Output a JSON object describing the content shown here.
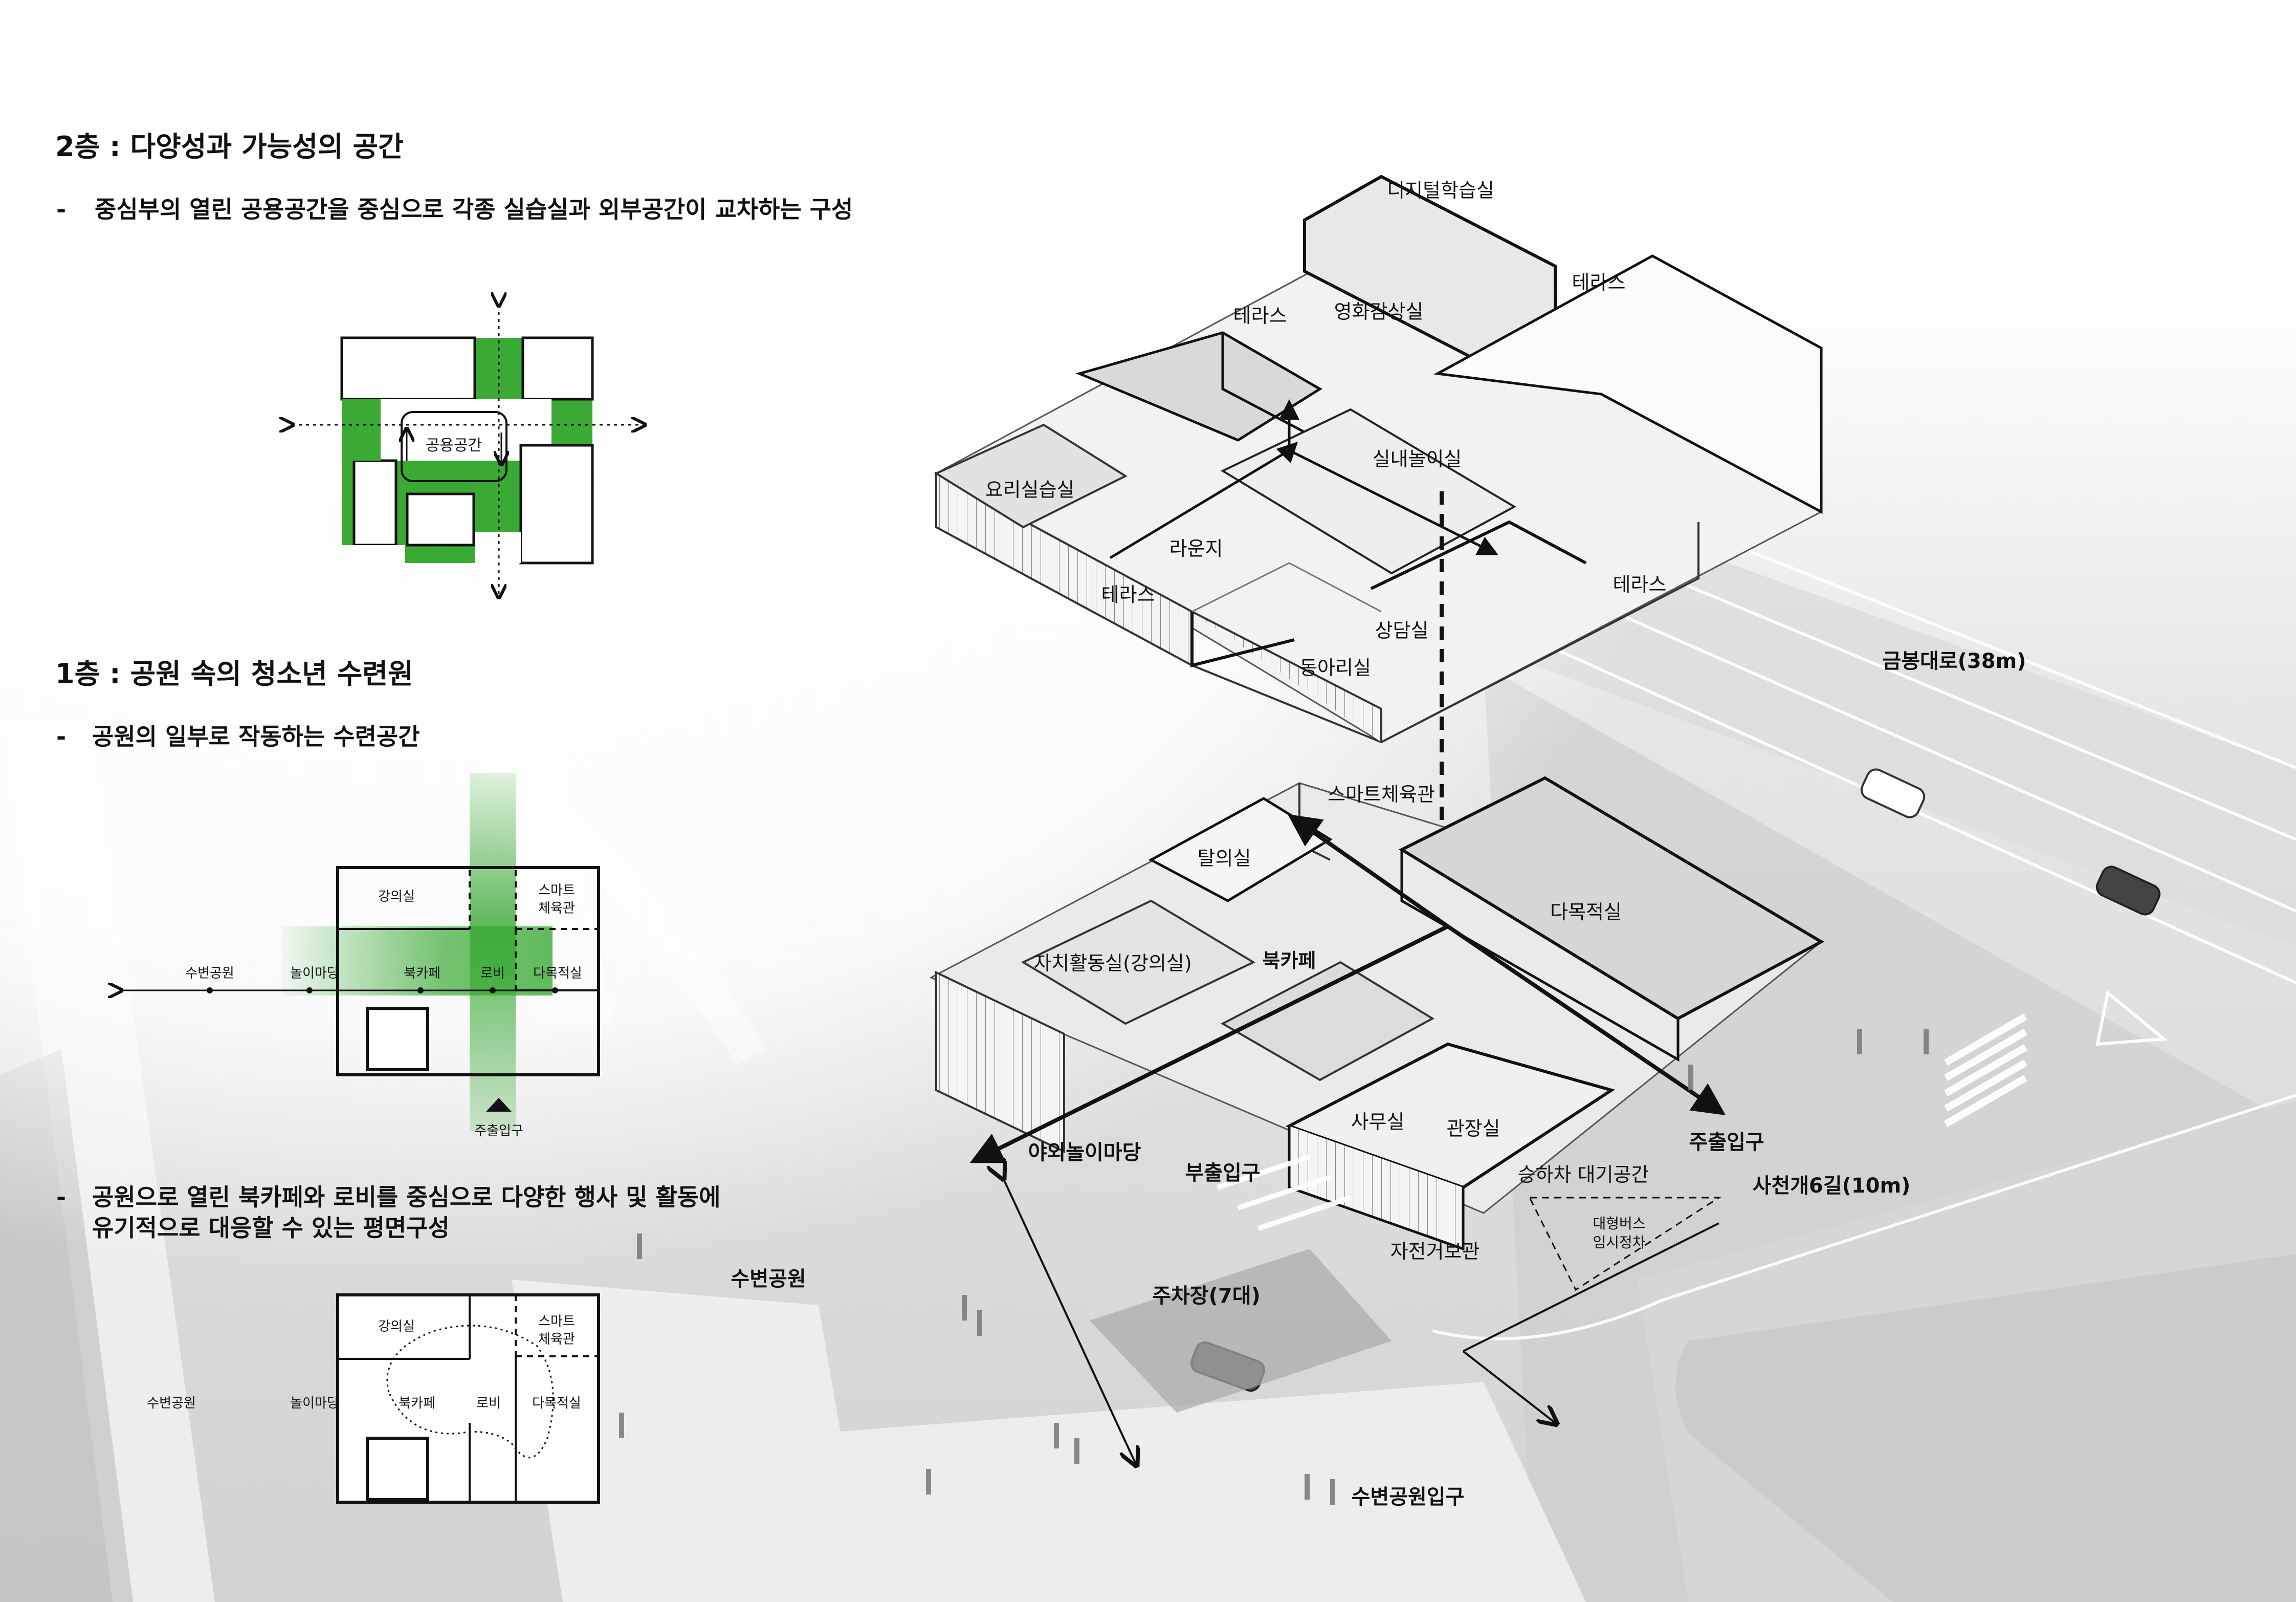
{
  "floor2": {
    "title": "2층 : 다양성과 가능성의 공간",
    "bullet_mark": "-",
    "description": "중심부의 열린 공용공간을 중심으로 각종 실습실과 외부공간이 교차하는 구성",
    "diagram_center_label": "공용공간"
  },
  "floor1": {
    "title": "1층 : 공원 속의 청소년 수련원",
    "bullet_mark": "-",
    "description": "공원의 일부로 작동하는 수련공간",
    "diagram1": {
      "room_lecture": "강의실",
      "room_smart_line1": "스마트",
      "room_smart_line2": "체육관",
      "axis_labels": [
        "수변공원",
        "놀이마당",
        "북카페",
        "로비",
        "다목적실"
      ],
      "entrance_label": "주출입구"
    },
    "description2_line1": "공원으로 열린 북카페와 로비를 중심으로 다양한 행사 및 활동에",
    "description2_line2": "유기적으로 대응할 수 있는 평면구성",
    "diagram2": {
      "room_lecture": "강의실",
      "room_smart_line1": "스마트",
      "room_smart_line2": "체육관",
      "labels": [
        "수변공원",
        "놀이마당",
        "북카페",
        "로비",
        "다목적실"
      ]
    }
  },
  "axon_upper": {
    "digital_lab": "디지털학습실",
    "terrace_ne": "테라스",
    "terrace_n": "테라스",
    "cinema": "영화감상실",
    "indoor_play": "실내놀이실",
    "cooking": "요리실습실",
    "lounge": "라운지",
    "terrace_w": "테라스",
    "terrace_e": "테라스",
    "counseling": "상담실",
    "club": "동아리실"
  },
  "axon_lower": {
    "smart_gym": "스마트체육관",
    "changing": "탈의실",
    "multipurpose": "다목적실",
    "self_gov": "자치활동실(강의실)",
    "bookcafe": "북카페",
    "office": "사무실",
    "admin": "관장실",
    "main_entrance": "주출입구",
    "outdoor_play": "야외놀이마당",
    "sub_entrance": "부출입구",
    "waiting": "승하차 대기공간",
    "bus_line1": "대형버스",
    "bus_line2": "임시정차",
    "bike": "자전거보관",
    "parking": "주차장(7대)"
  },
  "site": {
    "road_main": "금봉대로(38m)",
    "road_side": "사천개6길(10m)",
    "waterfront_park": "수변공원",
    "park_entrance": "수변공원입구"
  },
  "colors": {
    "green": "#3aaa35",
    "green_light": "#8fd18a",
    "ink": "#111111",
    "grey_bg": "#d9d9d9"
  }
}
